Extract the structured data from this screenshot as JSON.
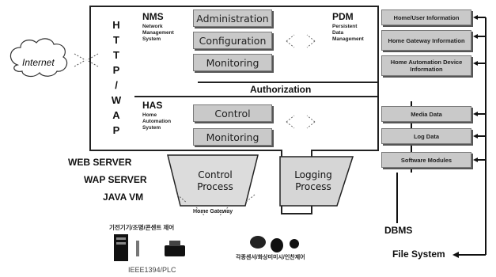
{
  "internet": {
    "label": "Internet"
  },
  "protocol": {
    "letters": [
      "H",
      "T",
      "T",
      "P",
      "/",
      "W",
      "A",
      "P"
    ]
  },
  "nms": {
    "title": "NMS",
    "subtitle": [
      "Network",
      "Management",
      "System"
    ],
    "modules": [
      "Administration",
      "Configuration",
      "Monitoring"
    ]
  },
  "authorization": {
    "label": "Authorization"
  },
  "has": {
    "title": "HAS",
    "subtitle": [
      "Home",
      "Automation",
      "System"
    ],
    "modules": [
      "Control",
      "Monitoring"
    ]
  },
  "pdm": {
    "title": "PDM",
    "subtitle": [
      "Persistent",
      "Data",
      "Management"
    ],
    "boxes_top": [
      "Home/User Information",
      "Home Gateway Information",
      "Home Automation Device Information"
    ],
    "boxes_bottom": [
      "Media Data",
      "Log Data",
      "Software Modules"
    ]
  },
  "servers": [
    "WEB SERVER",
    "WAP SERVER",
    "JAVA VM"
  ],
  "control_process": {
    "lines": [
      "Control",
      "Process"
    ]
  },
  "logging_process": {
    "lines": [
      "Logging",
      "Process"
    ]
  },
  "home_gateway": {
    "label": "Home Gateway"
  },
  "devices_left_caption": "기전기기/조명/콘센트 제어",
  "devices_right_caption": "각종센서/화상미미시/인찬제어",
  "ieee_label": "IEEE1394/PLC",
  "dbms_label": "DBMS",
  "file_system_label": "File System"
}
